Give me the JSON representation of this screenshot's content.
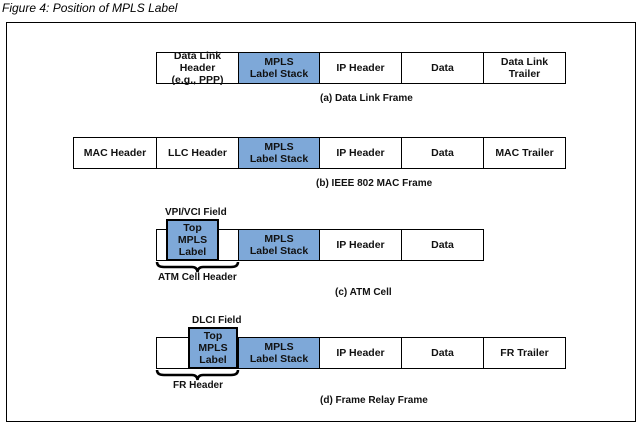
{
  "figure_title": "Figure 4: Position of MPLS Label",
  "panels": [
    {
      "caption": "(a) Data Link Frame",
      "cells": [
        "Data Link Header\n(e.g., PPP)",
        "MPLS\nLabel Stack",
        "IP Header",
        "Data",
        "Data Link\nTrailer"
      ]
    },
    {
      "caption": "(b) IEEE 802 MAC Frame",
      "cells": [
        "MAC Header",
        "LLC Header",
        "MPLS\nLabel Stack",
        "IP Header",
        "Data",
        "MAC Trailer"
      ]
    },
    {
      "caption": "(c) ATM Cell",
      "field_label": "VPI/VCI Field",
      "header_label": "ATM Cell Header",
      "top_label": "Top MPLS\nLabel",
      "cells": [
        "",
        "",
        "MPLS\nLabel Stack",
        "IP Header",
        "Data"
      ]
    },
    {
      "caption": "(d) Frame Relay Frame",
      "field_label": "DLCI Field",
      "header_label": "FR Header",
      "top_label": "Top MPLS\nLabel",
      "cells": [
        "",
        "",
        "MPLS\nLabel Stack",
        "IP Header",
        "Data",
        "FR Trailer"
      ]
    }
  ],
  "colors": {
    "mpls_fill": "#7ea8d8",
    "border": "#000000"
  }
}
